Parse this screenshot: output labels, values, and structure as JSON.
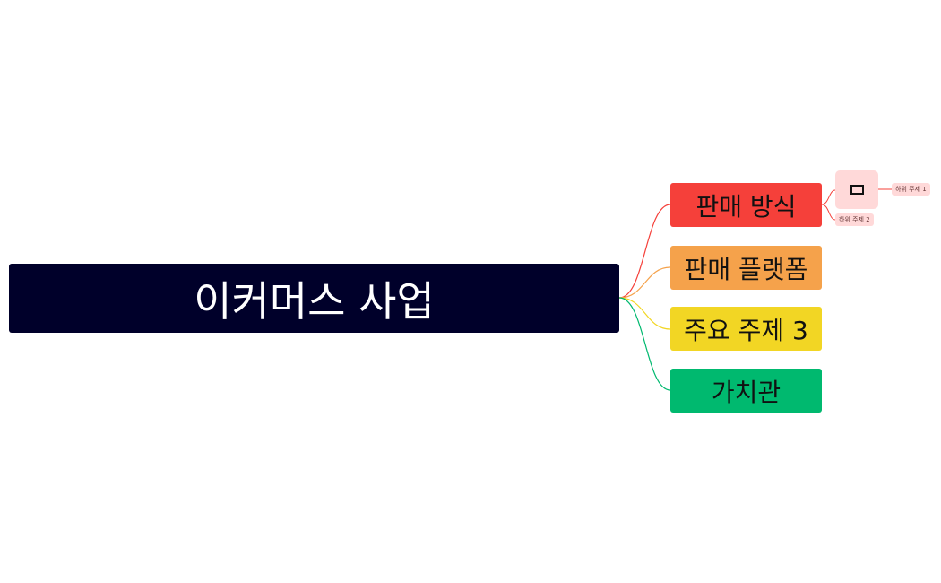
{
  "root": {
    "label": "이커머스 사업",
    "color": "#00002a"
  },
  "branches": [
    {
      "label": "판매 방식",
      "color": "#f5403a",
      "line_color": "#f5403a"
    },
    {
      "label": "판매 플랫폼",
      "color": "#f5a24b",
      "line_color": "#f5a24b"
    },
    {
      "label": "주요 주제 3",
      "color": "#f2d624",
      "line_color": "#f2d624"
    },
    {
      "label": "가치관",
      "color": "#00b96f",
      "line_color": "#00b96f"
    }
  ],
  "sub_node": {
    "label": "",
    "icon": "square-glyph-icon",
    "color": "#ffd9d9"
  },
  "leaves": [
    {
      "label": "하위 주제 1"
    },
    {
      "label": "하위 주제 2"
    }
  ]
}
